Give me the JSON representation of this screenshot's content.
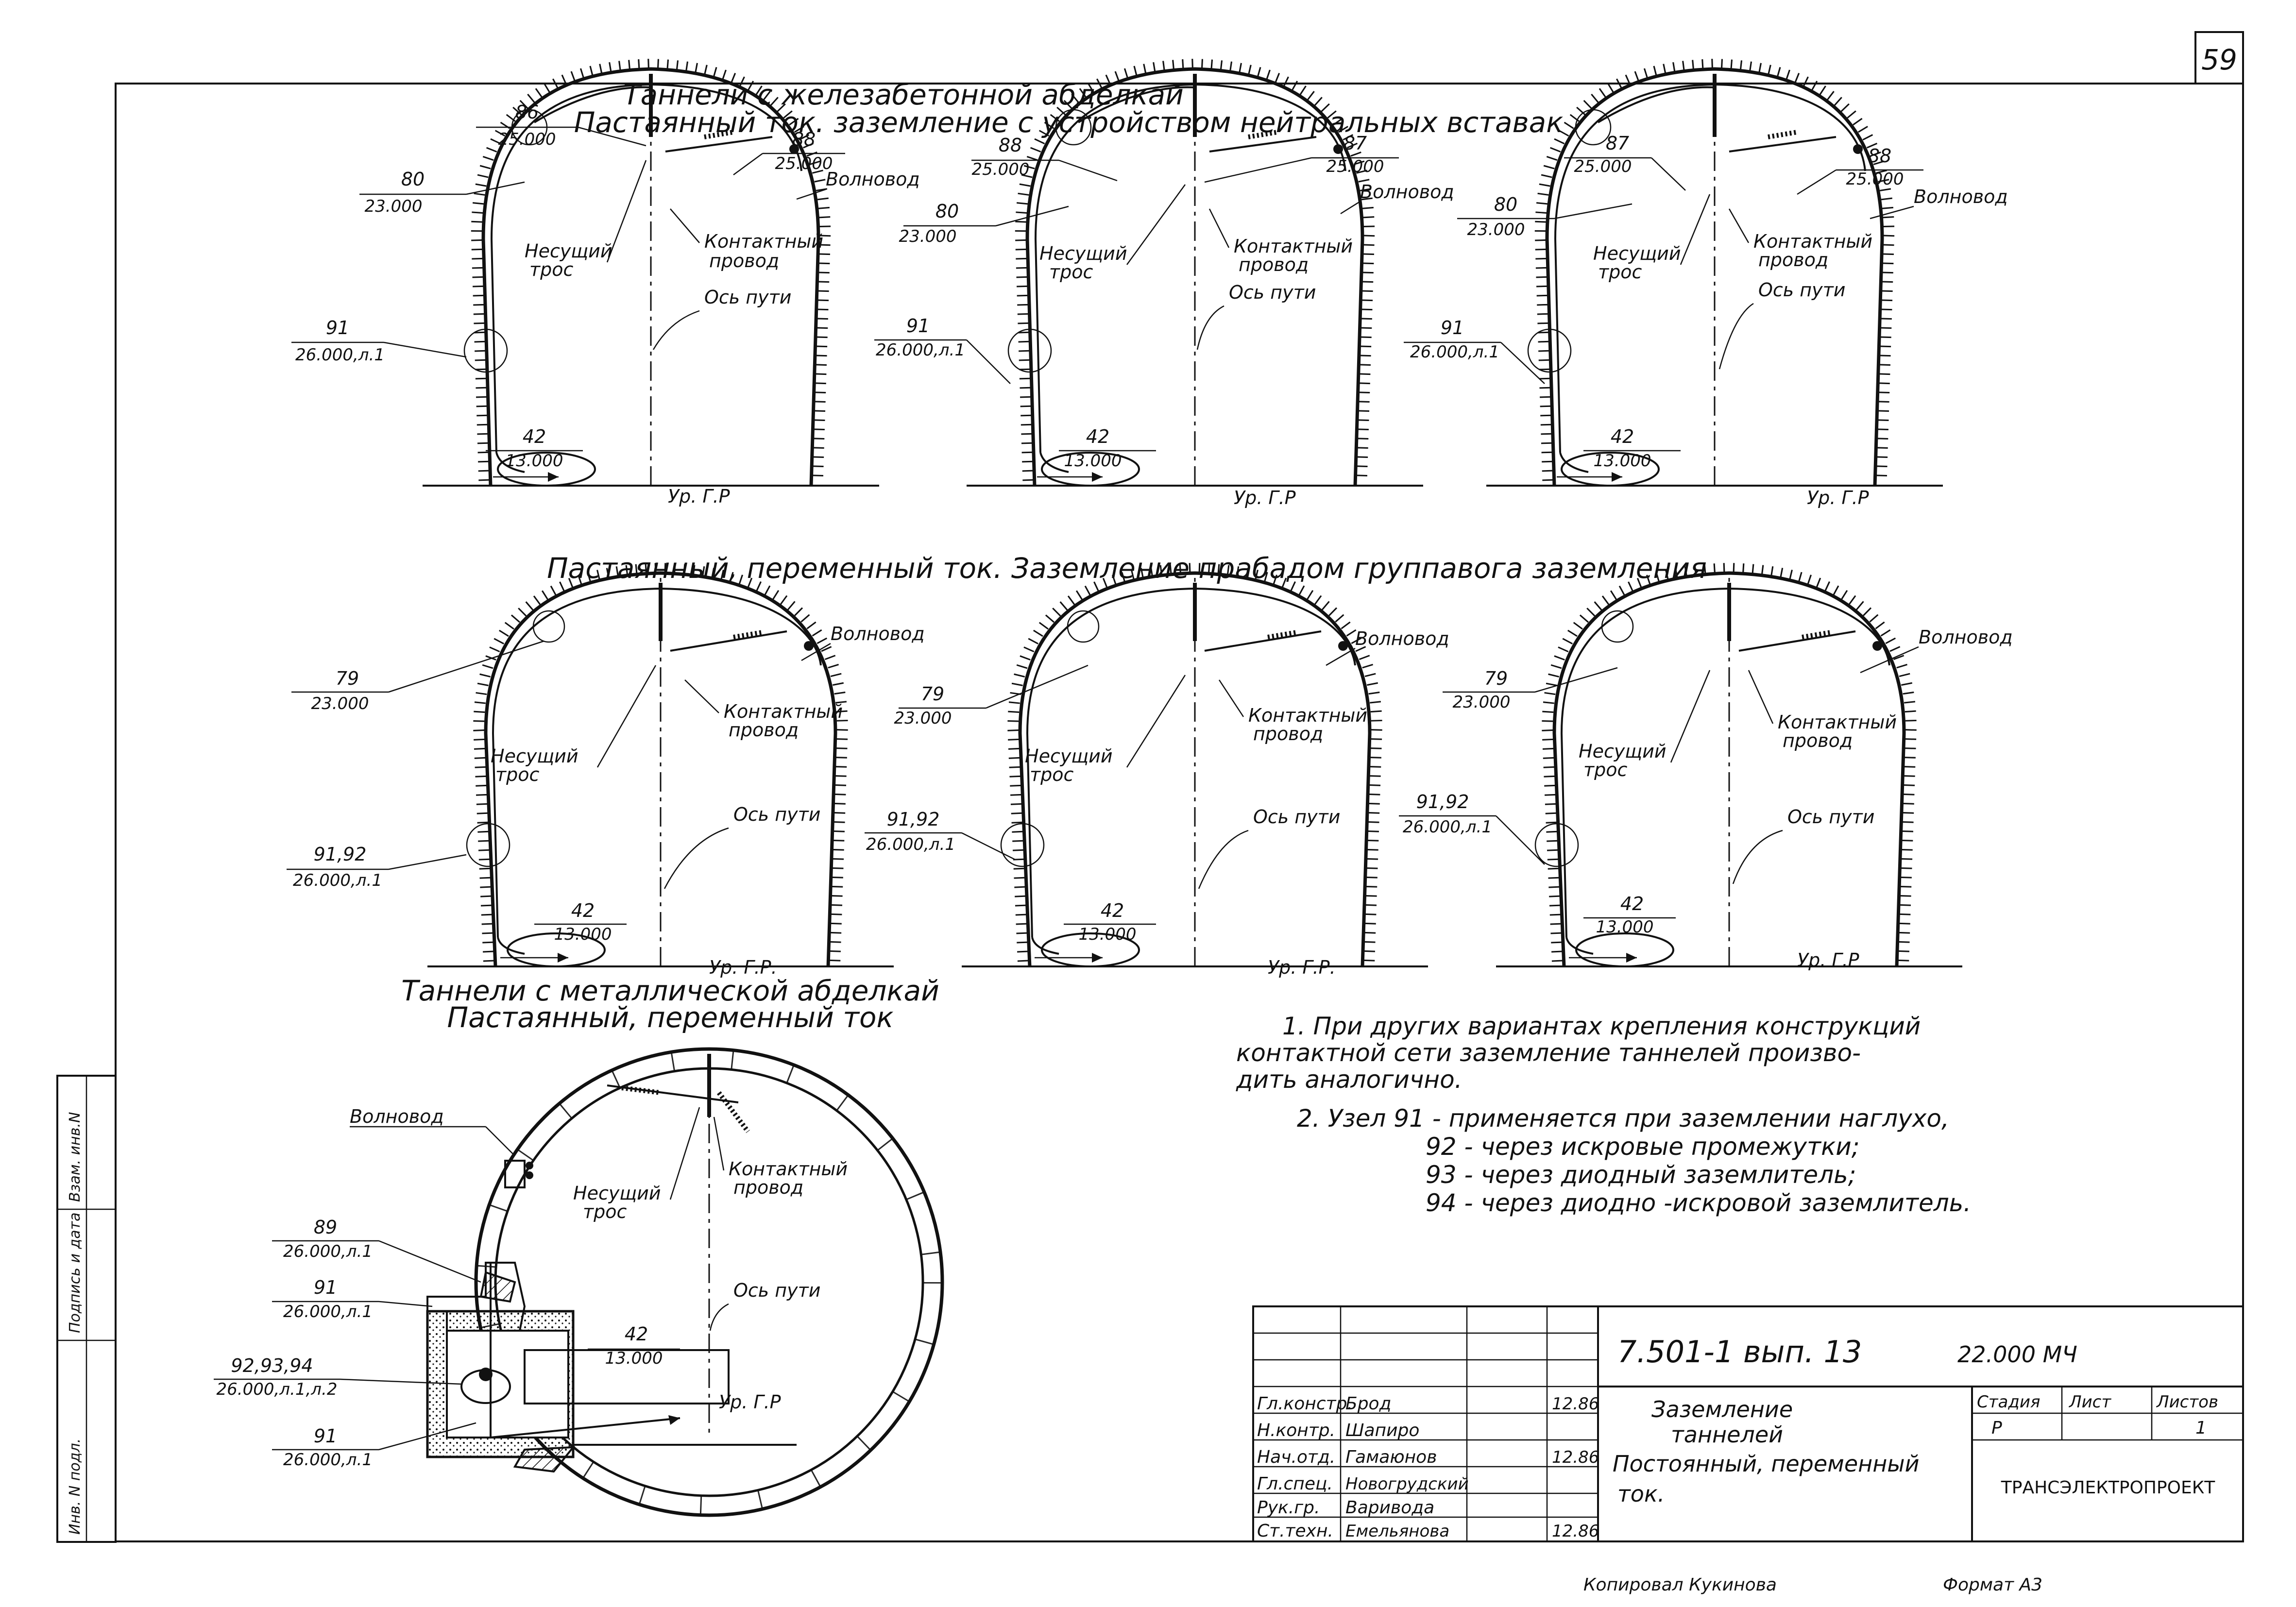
{
  "sheet_number": "59",
  "titles": {
    "main_line1": "Таннели с железабетонной абделкай",
    "main_line2": "Пастаянный ток. заземление с устройством нейтральных вставак",
    "middle": "Пастаянный, переменный ток. Заземление прабадом группавога заземления",
    "metal_line1": "Таннели с металлической абделкай",
    "metal_line2": "Пастаянный, переменный ток"
  },
  "tunnels_row1": [
    {
      "node_86": "86",
      "val_86": "25.000",
      "node_88": "88",
      "val_88": "25.000",
      "node_80": "80",
      "val_80": "23.000",
      "node_91": "91",
      "val_91": "26.000,л.1",
      "node_42": "42",
      "val_42": "13.000",
      "lbl_waveguide": "Волновод",
      "lbl_contact_1": "Контактный",
      "lbl_contact_2": "провод",
      "lbl_cable_1": "Несущий",
      "lbl_cable_2": "трос",
      "lbl_axis": "Ось пути",
      "lbl_level": "Ур. Г.Р"
    },
    {
      "node_88": "88",
      "val_88": "25.000",
      "node_87": "87",
      "val_87": "25.000",
      "node_80": "80",
      "val_80": "23.000",
      "node_91": "91",
      "val_91": "26.000,л.1",
      "node_42": "42",
      "val_42": "13.000",
      "lbl_waveguide": "Волновод",
      "lbl_contact_1": "Контактный",
      "lbl_contact_2": "провод",
      "lbl_cable_1": "Несущий",
      "lbl_cable_2": "трос",
      "lbl_axis": "Ось пути",
      "lbl_level": "Ур. Г.Р"
    },
    {
      "node_87": "87",
      "val_87": "25.000",
      "node_88": "88",
      "val_88": "25.000",
      "node_80": "80",
      "val_80": "23.000",
      "node_91": "91",
      "val_91": "26.000,л.1",
      "node_42": "42",
      "val_42": "13.000",
      "lbl_waveguide": "Волновод",
      "lbl_contact_1": "Контактный",
      "lbl_contact_2": "провод",
      "lbl_cable_1": "Несущий",
      "lbl_cable_2": "трос",
      "lbl_axis": "Ось пути",
      "lbl_level": "Ур. Г.Р"
    }
  ],
  "tunnels_row2": [
    {
      "node_79": "79",
      "val_79": "23.000",
      "node_91": "91,92",
      "val_91": "26.000,л.1",
      "node_42": "42",
      "val_42": "13.000",
      "lbl_waveguide": "Волновод",
      "lbl_contact_1": "Контактный",
      "lbl_contact_2": "провод",
      "lbl_cable_1": "Несущий",
      "lbl_cable_2": "трос",
      "lbl_axis": "Ось пути",
      "lbl_level": "Ур. Г.Р."
    },
    {
      "node_79": "79",
      "val_79": "23.000",
      "node_91": "91,92",
      "val_91": "26.000,л.1",
      "node_42": "42",
      "val_42": "13.000",
      "lbl_waveguide": "Волновод",
      "lbl_contact_1": "Контактный",
      "lbl_contact_2": "провод",
      "lbl_cable_1": "Несущий",
      "lbl_cable_2": "трос",
      "lbl_axis": "Ось пути",
      "lbl_level": "Ур. Г.Р."
    },
    {
      "node_79": "79",
      "val_79": "23.000",
      "node_91": "91,92",
      "val_91": "26.000,л.1",
      "node_42": "42",
      "val_42": "13.000",
      "lbl_waveguide": "Волновод",
      "lbl_contact_1": "Контактный",
      "lbl_contact_2": "провод",
      "lbl_cable_1": "Несущий",
      "lbl_cable_2": "трос",
      "lbl_axis": "Ось пути",
      "lbl_level": "Ур. Г.Р"
    }
  ],
  "circular": {
    "lbl_waveguide": "Волновод",
    "lbl_cable_1": "Несущий",
    "lbl_cable_2": "трос",
    "lbl_contact_1": "Контактный",
    "lbl_contact_2": "провод",
    "lbl_axis": "Ось пути",
    "node_89": "89",
    "val_89": "26.000,л.1",
    "node_91a": "91",
    "val_91a": "26.000,л.1",
    "node_92": "92,93,94",
    "val_92": "26.000,л.1,л.2",
    "node_91b": "91",
    "val_91b": "26.000,л.1",
    "node_42": "42",
    "val_42": "13.000",
    "lbl_level": "Ур. Г.Р"
  },
  "notes": [
    "1. При других вариантах крепления конструкций",
    "контактной сети заземление таннелей произво-",
    "дить аналогично.",
    "2. Узел 91 - применяется при заземлении наглухо,",
    "92 - через искровые промежутки;",
    "93 - через диодный заземлитель;",
    "94 - через диодно -искровой заземлитель."
  ],
  "side_stamp": [
    "Инв. N подл.",
    "Подпись и дата",
    "Взам. инв.N"
  ],
  "title_block": {
    "doc_code": "7.501-1 вып. 13",
    "doc_number": "22.000 МЧ",
    "title_lines": [
      "Заземление",
      "таннелей",
      "Постоянный, переменный",
      "ток."
    ],
    "stage_header": "Стадия",
    "sheet_header": "Лист",
    "sheets_header": "Листов",
    "stage": "Р",
    "sheet": "",
    "sheets": "1",
    "organization": "ТРАНСЭЛЕКТРОПРОЕКТ",
    "people": [
      {
        "role": "Гл.констр.",
        "name": "Брод",
        "date": "12.86"
      },
      {
        "role": "Н.контр.",
        "name": "Шапиро",
        "date": ""
      },
      {
        "role": "Нач.отд.",
        "name": "Гамаюнов",
        "date": "12.86"
      },
      {
        "role": "Гл.спец.",
        "name": "Новогрудский",
        "date": ""
      },
      {
        "role": "Рук.гр.",
        "name": "Варивода",
        "date": ""
      },
      {
        "role": "Ст.техн.",
        "name": "Емельянова",
        "date": "12.86"
      }
    ]
  },
  "footer": {
    "copied": "Копировал Кукинова",
    "format": "Формат А3"
  }
}
